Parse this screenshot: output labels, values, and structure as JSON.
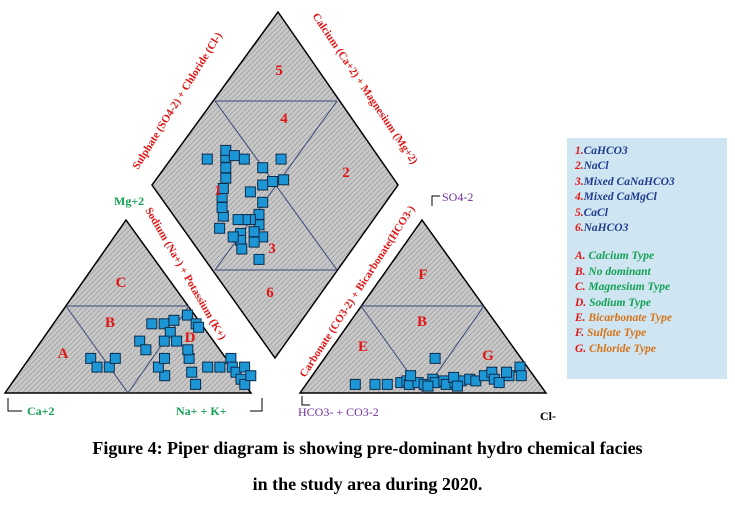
{
  "chart_data": {
    "type": "scatter",
    "title": "Piper diagram",
    "colors": {
      "point_fill": "#1d96d6",
      "point_stroke": "#0c2c4c",
      "field_fill": "#c9c9c9",
      "zone_number": "#e01515",
      "green": "#13a054",
      "purple": "#7030a0"
    },
    "cation_triangle": {
      "corner_labels": {
        "left": "Ca+2",
        "right": "Na+ + K+",
        "top": "Mg+2"
      },
      "side_label": "Sodium (Na+) + Potassium (K+)",
      "zones": [
        "A",
        "B",
        "C",
        "D"
      ],
      "points": [
        [
          25,
          20
        ],
        [
          30,
          15
        ],
        [
          35,
          15
        ],
        [
          35,
          20
        ],
        [
          40,
          30
        ],
        [
          45,
          25
        ],
        [
          40,
          40
        ],
        [
          45,
          40
        ],
        [
          50,
          35
        ],
        [
          55,
          30
        ],
        [
          50,
          30
        ],
        [
          48,
          42
        ],
        [
          52,
          45
        ],
        [
          58,
          40
        ],
        [
          60,
          38
        ],
        [
          65,
          20
        ],
        [
          70,
          12
        ],
        [
          75,
          15
        ],
        [
          80,
          15
        ],
        [
          82,
          20
        ],
        [
          85,
          15
        ],
        [
          88,
          12
        ],
        [
          90,
          15
        ],
        [
          92,
          8
        ],
        [
          95,
          5
        ],
        [
          95,
          10
        ],
        [
          75,
          5
        ],
        [
          60,
          10
        ],
        [
          55,
          15
        ],
        [
          62,
          25
        ],
        [
          55,
          20
        ]
      ]
    },
    "anion_triangle": {
      "corner_labels": {
        "left": "HCO3- + CO3-2",
        "right": "Cl-",
        "top": "SO4-2"
      },
      "side_label": "Carbonate (CO3-2) + Bicarbonate(HCO3-)",
      "zones": [
        "E",
        "F",
        "B",
        "G"
      ],
      "points": [
        [
          20,
          5
        ],
        [
          28,
          5
        ],
        [
          33,
          5
        ],
        [
          38,
          6
        ],
        [
          40,
          7
        ],
        [
          42,
          5
        ],
        [
          45,
          6
        ],
        [
          48,
          5
        ],
        [
          50,
          8
        ],
        [
          52,
          6
        ],
        [
          55,
          7
        ],
        [
          57,
          5
        ],
        [
          60,
          6
        ],
        [
          62,
          7
        ],
        [
          65,
          8
        ],
        [
          68,
          7
        ],
        [
          70,
          10
        ],
        [
          72,
          12
        ],
        [
          75,
          8
        ],
        [
          78,
          6
        ],
        [
          80,
          10
        ],
        [
          82,
          15
        ],
        [
          78,
          12
        ],
        [
          85,
          10
        ],
        [
          45,
          20
        ],
        [
          40,
          10
        ],
        [
          50,
          4
        ],
        [
          58,
          9
        ],
        [
          62,
          4
        ]
      ]
    },
    "diamond": {
      "upper_left_label": "Sulphate (SO4-2) + Chloride (Cl-)",
      "upper_right_label": "Calcium (Ca+2) + Magnesium (Mg+2)",
      "zones": [
        "1",
        "2",
        "3",
        "4",
        "5",
        "6"
      ],
      "points": [
        [
          48,
          55
        ],
        [
          52,
          50
        ],
        [
          55,
          45
        ],
        [
          50,
          40
        ],
        [
          48,
          35
        ],
        [
          45,
          32
        ],
        [
          50,
          30
        ],
        [
          52,
          28
        ],
        [
          55,
          25
        ],
        [
          50,
          22
        ],
        [
          48,
          20
        ],
        [
          45,
          18
        ],
        [
          52,
          18
        ],
        [
          60,
          15
        ],
        [
          62,
          20
        ],
        [
          65,
          22
        ],
        [
          68,
          25
        ],
        [
          70,
          28
        ],
        [
          72,
          32
        ],
        [
          75,
          35
        ],
        [
          78,
          38
        ],
        [
          80,
          40
        ],
        [
          75,
          42
        ],
        [
          58,
          38
        ],
        [
          55,
          60
        ],
        [
          60,
          50
        ],
        [
          40,
          30
        ],
        [
          42,
          25
        ],
        [
          45,
          28
        ],
        [
          35,
          22
        ],
        [
          70,
          45
        ],
        [
          85,
          30
        ]
      ]
    },
    "legend": {
      "types": [
        {
          "num": "1.",
          "text": "CaHCO3"
        },
        {
          "num": "2.",
          "text": "NaCl"
        },
        {
          "num": "3.",
          "text": "Mixed CaNaHCO3"
        },
        {
          "num": "4.",
          "text": "Mixed CaMgCl"
        },
        {
          "num": "5.",
          "text": "CaCl"
        },
        {
          "num": "6.",
          "text": "NaHCO3"
        }
      ],
      "facies": [
        {
          "letter": "A.",
          "text": "Calcium Type",
          "color": "green"
        },
        {
          "letter": "B.",
          "text": "No dominant",
          "color": "green"
        },
        {
          "letter": "C.",
          "text": "Magnesium Type",
          "color": "green"
        },
        {
          "letter": "D.",
          "text": "Sodium Type",
          "color": "green"
        },
        {
          "letter": "E.",
          "text": "Bicarbonate Type",
          "color": "orange"
        },
        {
          "letter": "F.",
          "text": "Sulfate Type",
          "color": "orange"
        },
        {
          "letter": "G.",
          "text": "Chloride Type",
          "color": "orange"
        }
      ]
    }
  },
  "caption": {
    "line1": "Figure 4: Piper diagram is showing pre-dominant hydro chemical facies",
    "line2": "in the study area during 2020."
  }
}
